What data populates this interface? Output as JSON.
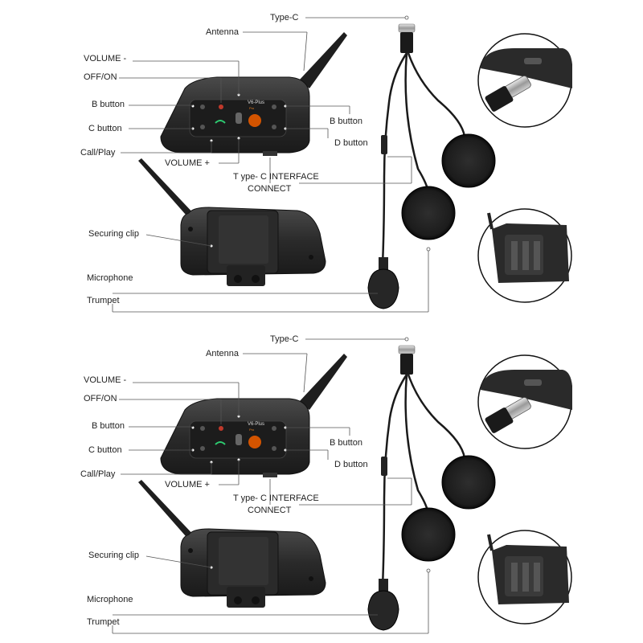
{
  "panels": [
    {
      "labels": {
        "type_c": "Type-C",
        "antenna": "Antenna",
        "volume_minus": "VOLUME -",
        "off_on": "OFF/ON",
        "b_button_left": "B button",
        "c_button": "C button",
        "call_play": "Call/Play",
        "volume_plus": "VOLUME +",
        "b_button_right": "B button",
        "d_button": "D button",
        "typec_interface_1": "T ype- C INTERFACE",
        "typec_interface_2": "CONNECT",
        "securing_clip": "Securing clip",
        "microphone": "Microphone",
        "trumpet": "Trumpet"
      },
      "device_brand": "V6-Plus",
      "device_sub": "Pro"
    },
    {
      "labels": {
        "type_c": "Type-C",
        "antenna": "Antenna",
        "volume_minus": "VOLUME -",
        "off_on": "OFF/ON",
        "b_button_left": "B button",
        "c_button": "C button",
        "call_play": "Call/Play",
        "volume_plus": "VOLUME +",
        "b_button_right": "B button",
        "d_button": "D button",
        "typec_interface_1": "T ype- C INTERFACE",
        "typec_interface_2": "CONNECT",
        "securing_clip": "Securing clip",
        "microphone": "Microphone",
        "trumpet": "Trumpet"
      },
      "device_brand": "V6-Plus",
      "device_sub": "Pro"
    }
  ]
}
